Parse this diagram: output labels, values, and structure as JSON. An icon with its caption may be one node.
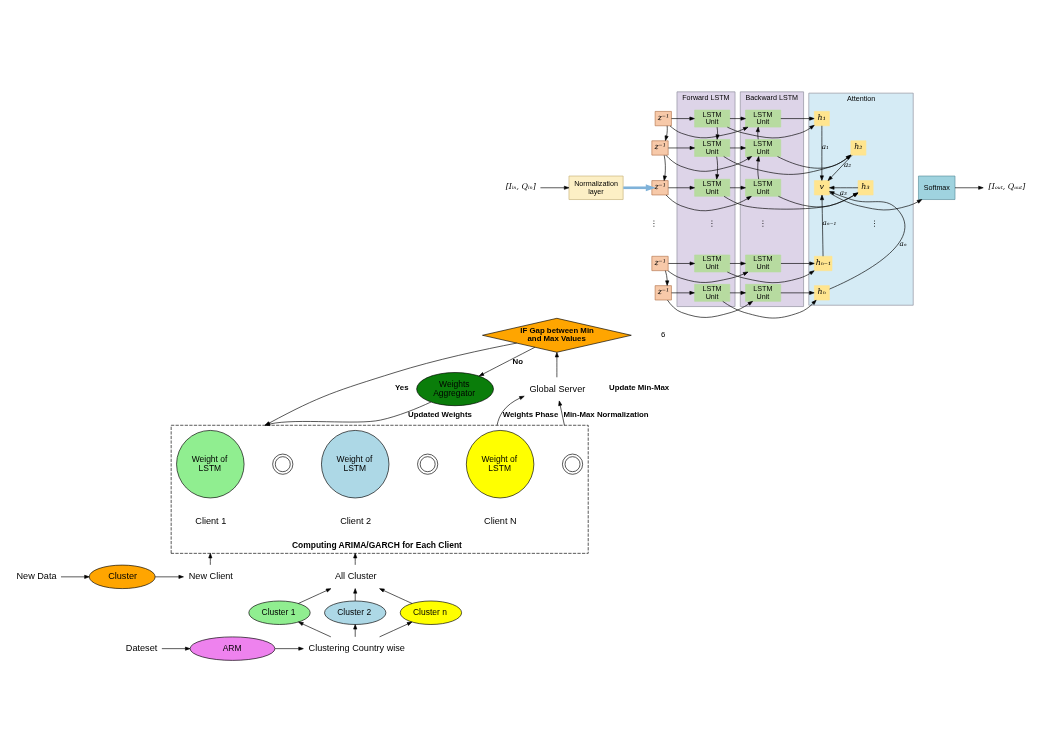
{
  "diagram": {
    "nodes": [
      {
        "text": [
          "IF Gap between Min and Max Values"
        ]
      },
      {
        "text": [
          "Weights Aggregator"
        ]
      },
      {
        "text": [
          "Global Server"
        ]
      },
      {
        "text": [
          "[Iᵢₙ, Qᵢₙ]"
        ]
      },
      {
        "text": [
          "Normalization layer"
        ]
      },
      {
        "text": [
          "z⁻¹"
        ]
      },
      {
        "text": [
          "z⁻¹"
        ]
      },
      {
        "text": [
          "z⁻¹"
        ]
      },
      {
        "text": [
          "z⁻¹"
        ]
      },
      {
        "text": [
          "z⁻¹"
        ]
      },
      {
        "text": [
          "Forward LSTM"
        ]
      },
      {
        "text": [
          "LSTM Unit"
        ],
        "in": 10
      },
      {
        "text": [
          "LSTM Unit"
        ],
        "in": 10
      },
      {
        "text": [
          "LSTM Unit"
        ],
        "in": 10
      },
      {
        "text": [
          "LSTM Unit"
        ],
        "in": 10
      },
      {
        "text": [
          "LSTM Unit"
        ],
        "in": 10
      },
      {
        "text": [
          "Backward LSTM"
        ]
      },
      {
        "text": [
          "LSTM Unit"
        ],
        "in": 16
      },
      {
        "text": [
          "LSTM Unit"
        ],
        "in": 16
      },
      {
        "text": [
          "LSTM Unit"
        ],
        "in": 16
      },
      {
        "text": [
          "LSTM Unit"
        ],
        "in": 16
      },
      {
        "text": [
          "LSTM Unit"
        ],
        "in": 16
      },
      {
        "text": [
          "Attention"
        ]
      },
      {
        "text": [
          "h₁"
        ],
        "in": 22
      },
      {
        "text": [
          "h₂"
        ],
        "in": 22
      },
      {
        "text": [
          "h₃"
        ],
        "in": 22
      },
      {
        "text": [
          "hₙ₋₁"
        ],
        "in": 22
      },
      {
        "text": [
          "hₙ"
        ],
        "in": 22
      },
      {
        "text": [
          "v"
        ],
        "in": 22
      },
      {
        "text": [
          "Softmax"
        ]
      },
      {
        "text": [
          "[Iₒᵤₜ, Qₒᵤₜ]"
        ]
      },
      {
        "text": [
          "New Data"
        ]
      },
      {
        "text": [
          "Cluster"
        ]
      },
      {
        "text": [
          "New Client"
        ]
      },
      {
        "text": [
          "Computing ARIMA/GARCH for Each Client"
        ]
      },
      {
        "text": [
          "Weight of LSTM"
        ],
        "in": 34
      },
      {
        "text": [
          "Weight of LSTM"
        ],
        "in": 34
      },
      {
        "text": [
          "Weight of LSTM"
        ],
        "in": 34
      },
      {
        "text": [],
        "shape": "picture",
        "in": 34
      },
      {
        "text": [],
        "shape": "picture",
        "in": 34
      },
      {
        "text": [],
        "shape": "picture",
        "in": 34
      },
      {
        "text": [
          "Client 1"
        ],
        "in": 34
      },
      {
        "text": [
          "Client 2"
        ],
        "in": 34
      },
      {
        "text": [
          "Client N"
        ],
        "in": 34
      },
      {
        "text": [
          "All Cluster"
        ]
      },
      {
        "text": [
          "Dateset"
        ]
      },
      {
        "text": [
          "ARM"
        ]
      },
      {
        "text": [
          "Clustering Country wise"
        ]
      },
      {
        "text": [
          "Cluster 1"
        ]
      },
      {
        "text": [
          "Cluster 2"
        ]
      },
      {
        "text": [
          "Cluster n"
        ]
      }
    ],
    "edges": [
      {
        "from": 2,
        "to": 0,
        "arrow": "to"
      },
      {
        "from": 0,
        "to": 34,
        "arrow": "to",
        "label": "Yes"
      },
      {
        "from": 0,
        "to": 1,
        "arrow": "to",
        "label": "No"
      },
      {
        "from": 1,
        "to": 34,
        "arrow": "to",
        "label": "Updated Weights"
      },
      {
        "from": 3,
        "to": 4,
        "arrow": "to"
      },
      {
        "from": 4,
        "to": 7,
        "arrow": "to",
        "style": "thick",
        "color": "#7fb2d9"
      },
      {
        "from": 5,
        "to": 6,
        "arrow": "to"
      },
      {
        "from": 6,
        "to": 7,
        "arrow": "to"
      },
      {
        "from": 8,
        "to": 9,
        "arrow": "to"
      },
      {
        "from": 5,
        "to": 11,
        "arrow": "to"
      },
      {
        "from": 6,
        "to": 12,
        "arrow": "to"
      },
      {
        "from": 7,
        "to": 13,
        "arrow": "to"
      },
      {
        "from": 8,
        "to": 14,
        "arrow": "to"
      },
      {
        "from": 9,
        "to": 15,
        "arrow": "to"
      },
      {
        "from": 5,
        "to": 17,
        "arrow": "to"
      },
      {
        "from": 6,
        "to": 18,
        "arrow": "to"
      },
      {
        "from": 7,
        "to": 19,
        "arrow": "to"
      },
      {
        "from": 8,
        "to": 20,
        "arrow": "to"
      },
      {
        "from": 9,
        "to": 21,
        "arrow": "to"
      },
      {
        "from": 11,
        "to": 12,
        "arrow": "to"
      },
      {
        "from": 12,
        "to": 13,
        "arrow": "to"
      },
      {
        "from": 11,
        "to": 17,
        "arrow": "to"
      },
      {
        "from": 12,
        "to": 18,
        "arrow": "to"
      },
      {
        "from": 13,
        "to": 19,
        "arrow": "to"
      },
      {
        "from": 14,
        "to": 20,
        "arrow": "to"
      },
      {
        "from": 15,
        "to": 21,
        "arrow": "to"
      },
      {
        "from": 11,
        "to": 23,
        "arrow": "to"
      },
      {
        "from": 12,
        "to": 24,
        "arrow": "to"
      },
      {
        "from": 13,
        "to": 25,
        "arrow": "to"
      },
      {
        "from": 14,
        "to": 26,
        "arrow": "to"
      },
      {
        "from": 15,
        "to": 27,
        "arrow": "to"
      },
      {
        "from": 18,
        "to": 17,
        "arrow": "to"
      },
      {
        "from": 19,
        "to": 18,
        "arrow": "to"
      },
      {
        "from": 17,
        "to": 23,
        "arrow": "to"
      },
      {
        "from": 18,
        "to": 24,
        "arrow": "to"
      },
      {
        "from": 19,
        "to": 25,
        "arrow": "to"
      },
      {
        "from": 20,
        "to": 26,
        "arrow": "to"
      },
      {
        "from": 21,
        "to": 27,
        "arrow": "to"
      },
      {
        "from": 23,
        "to": 28,
        "arrow": "to",
        "label": "a₁"
      },
      {
        "from": 24,
        "to": 28,
        "arrow": "to",
        "label": "a₂"
      },
      {
        "from": 25,
        "to": 28,
        "arrow": "to",
        "label": "a₃"
      },
      {
        "from": 26,
        "to": 28,
        "arrow": "to",
        "label": "aₙ₋₁"
      },
      {
        "from": 27,
        "to": 28,
        "arrow": "to",
        "label": "aₙ"
      },
      {
        "from": 28,
        "to": 29,
        "arrow": "to"
      },
      {
        "from": 29,
        "to": 30,
        "arrow": "to"
      },
      {
        "from": 31,
        "to": 32,
        "arrow": "to"
      },
      {
        "from": 32,
        "to": 33,
        "arrow": "to"
      },
      {
        "from": 33,
        "to": 34,
        "arrow": "to"
      },
      {
        "from": 34,
        "to": 2,
        "arrow": "to",
        "label": "Weights Phase"
      },
      {
        "from": 34,
        "to": 2,
        "arrow": "to",
        "label": "Min-Max Normalization"
      },
      {
        "from": 44,
        "to": 34,
        "arrow": "to"
      },
      {
        "from": 45,
        "to": 46,
        "arrow": "to"
      },
      {
        "from": 46,
        "to": 47,
        "arrow": "to"
      },
      {
        "from": 47,
        "to": 48,
        "arrow": "to"
      },
      {
        "from": 47,
        "to": 49,
        "arrow": "to"
      },
      {
        "from": 47,
        "to": 50,
        "arrow": "to"
      },
      {
        "from": 48,
        "to": 44,
        "arrow": "to"
      },
      {
        "from": 49,
        "to": 44,
        "arrow": "to"
      },
      {
        "from": 50,
        "to": 44,
        "arrow": "to"
      }
    ],
    "labels": [
      "6",
      "Update Min-Max",
      "⋮",
      "⋮",
      "⋮",
      "⋮"
    ]
  }
}
